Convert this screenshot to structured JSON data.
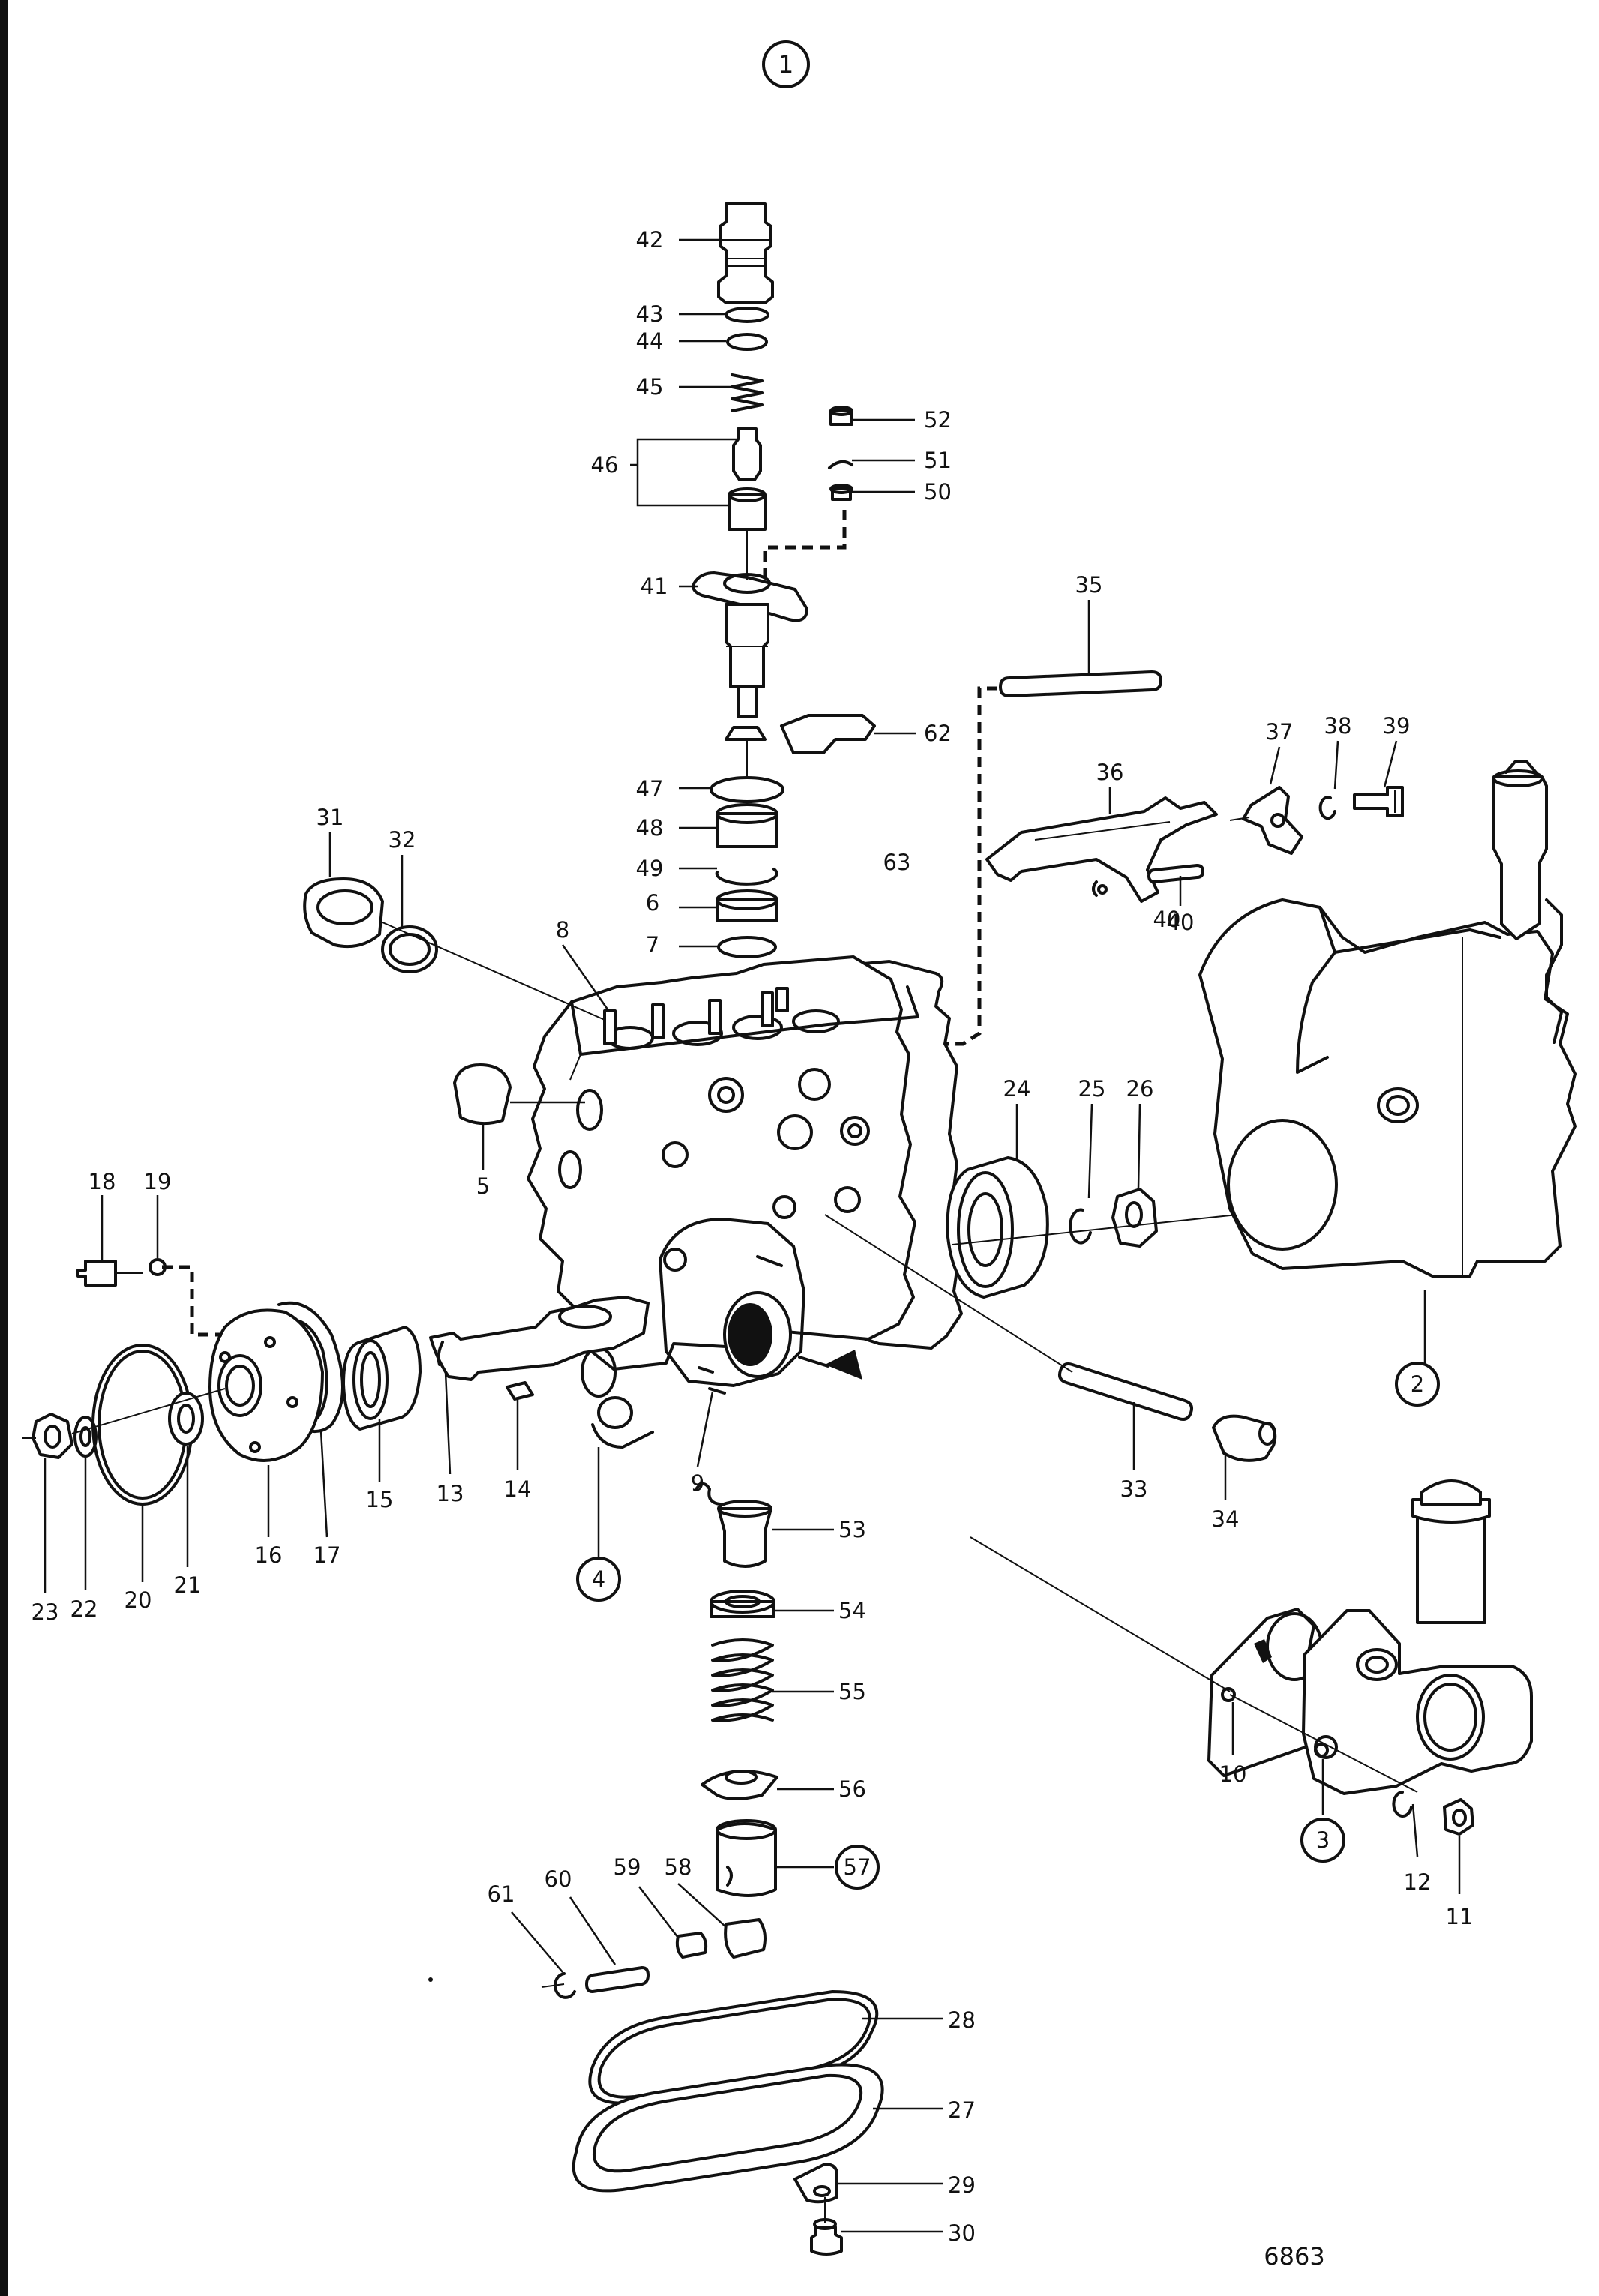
{
  "diagram": {
    "group_number": "1",
    "drawing_number": "6863",
    "assemblies": [
      {
        "id": "1",
        "circled": true
      },
      {
        "id": "2",
        "circled": true
      },
      {
        "id": "3",
        "circled": true
      },
      {
        "id": "4",
        "circled": true
      },
      {
        "id": "57",
        "circled": true
      }
    ],
    "part_labels": [
      "2",
      "3",
      "4",
      "5",
      "6",
      "7",
      "8",
      "9",
      "10",
      "11",
      "12",
      "13",
      "14",
      "15",
      "16",
      "17",
      "18",
      "19",
      "20",
      "21",
      "22",
      "23",
      "24",
      "25",
      "26",
      "27",
      "28",
      "29",
      "30",
      "31",
      "32",
      "33",
      "34",
      "35",
      "36",
      "37",
      "38",
      "39",
      "40",
      "41",
      "42",
      "43",
      "44",
      "45",
      "46",
      "47",
      "48",
      "49",
      "50",
      "51",
      "52",
      "53",
      "54",
      "55",
      "56",
      "57",
      "58",
      "59",
      "60",
      "61",
      "62",
      "63"
    ]
  }
}
